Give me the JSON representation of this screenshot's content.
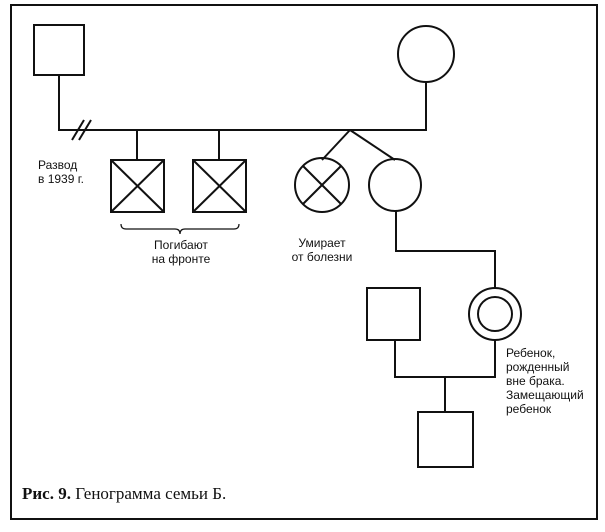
{
  "labels": {
    "divorce": [
      "Развод",
      "в 1939 г."
    ],
    "died_front": [
      "Погибают",
      "на фронте"
    ],
    "died_illness": [
      "Умирает",
      "от болезни"
    ],
    "child": [
      "Ребенок,",
      "рожденный",
      "вне брака.",
      "Замещающий",
      "ребенок"
    ]
  },
  "caption": {
    "prefix": "Рис. 9.",
    "text": "Генограмма семьи Б."
  },
  "symbols": {
    "male": "square",
    "female": "circle",
    "deceased": "cross",
    "index_person": "double-circle",
    "divorce": "double-slash"
  }
}
